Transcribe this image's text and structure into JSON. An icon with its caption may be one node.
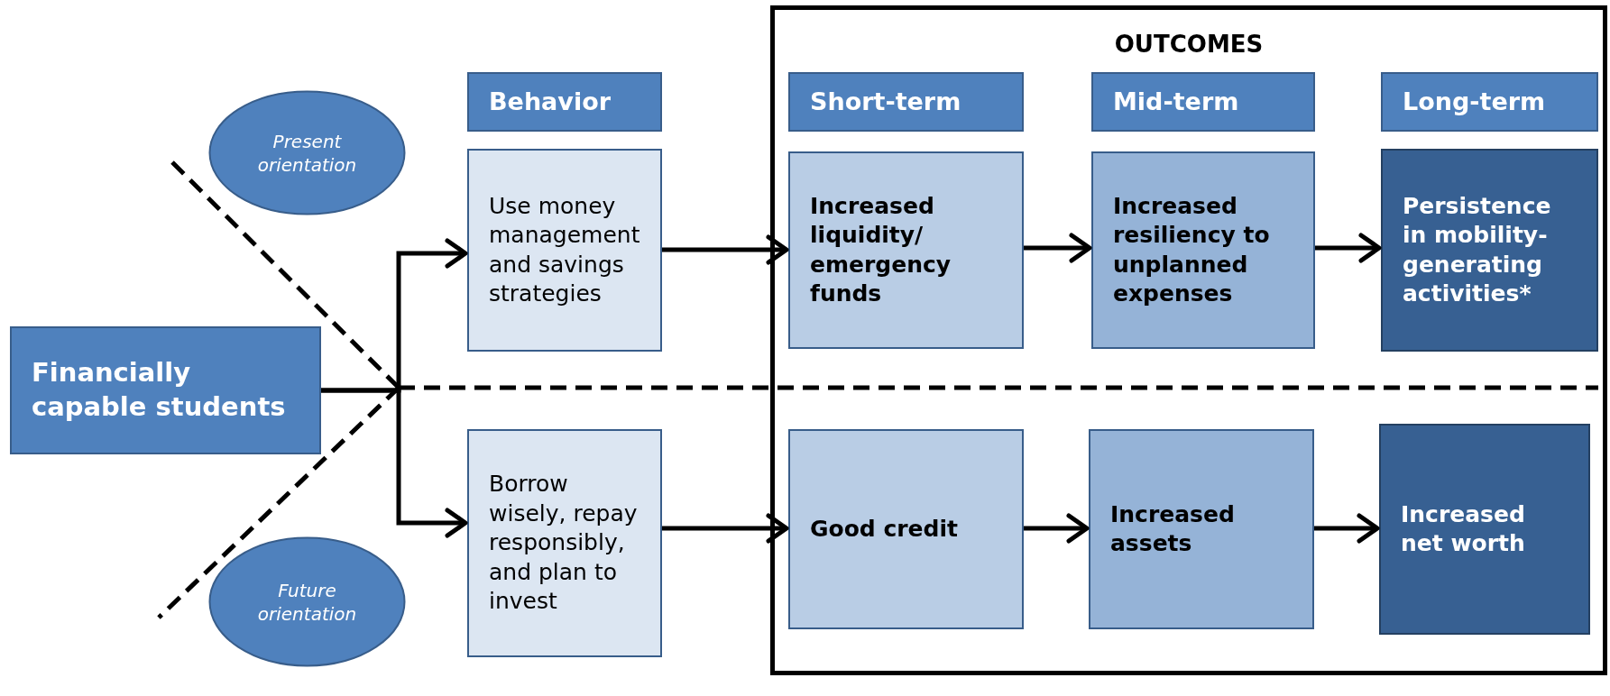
{
  "diagram": {
    "nodes": [
      {
        "text": [
          "Financially capable students"
        ]
      },
      {
        "text": [
          "Present orientation"
        ]
      },
      {
        "text": [
          "Behavior"
        ]
      },
      {
        "text": [
          "Use money management and savings strategies"
        ]
      },
      {
        "text": [
          "Future orientation"
        ]
      },
      {
        "text": [
          "Borrow wisely, repay responsibly, and plan to invest"
        ]
      },
      {
        "text": [
          "OUTCOMES"
        ]
      },
      {
        "text": [
          "Short-term"
        ],
        "in": 6
      },
      {
        "text": [
          "Mid-term"
        ],
        "in": 6
      },
      {
        "text": [
          "Long-term"
        ],
        "in": 6
      },
      {
        "text": [
          "Increased liquidity/ emergency funds"
        ],
        "in": 6
      },
      {
        "text": [
          "Increased resiliency to unplanned expenses"
        ],
        "in": 6
      },
      {
        "text": [
          "Persistence in mobility-generating activities*"
        ],
        "in": 6
      },
      {
        "text": [
          "Good credit"
        ],
        "in": 6
      },
      {
        "text": [
          "Increased assets"
        ],
        "in": 6
      },
      {
        "text": [
          "Increased net worth"
        ],
        "in": 6
      }
    ],
    "edges": [
      {
        "from": 0,
        "to": 3,
        "arrow": "to"
      },
      {
        "from": 0,
        "to": 5,
        "arrow": "to"
      },
      {
        "from": 3,
        "to": 10,
        "arrow": "to"
      },
      {
        "from": 10,
        "to": 11,
        "arrow": "to"
      },
      {
        "from": 11,
        "to": 12,
        "arrow": "to"
      },
      {
        "from": 5,
        "to": 13,
        "arrow": "to"
      },
      {
        "from": 13,
        "to": 14,
        "arrow": "to"
      },
      {
        "from": 14,
        "to": 15,
        "arrow": "to"
      }
    ]
  }
}
